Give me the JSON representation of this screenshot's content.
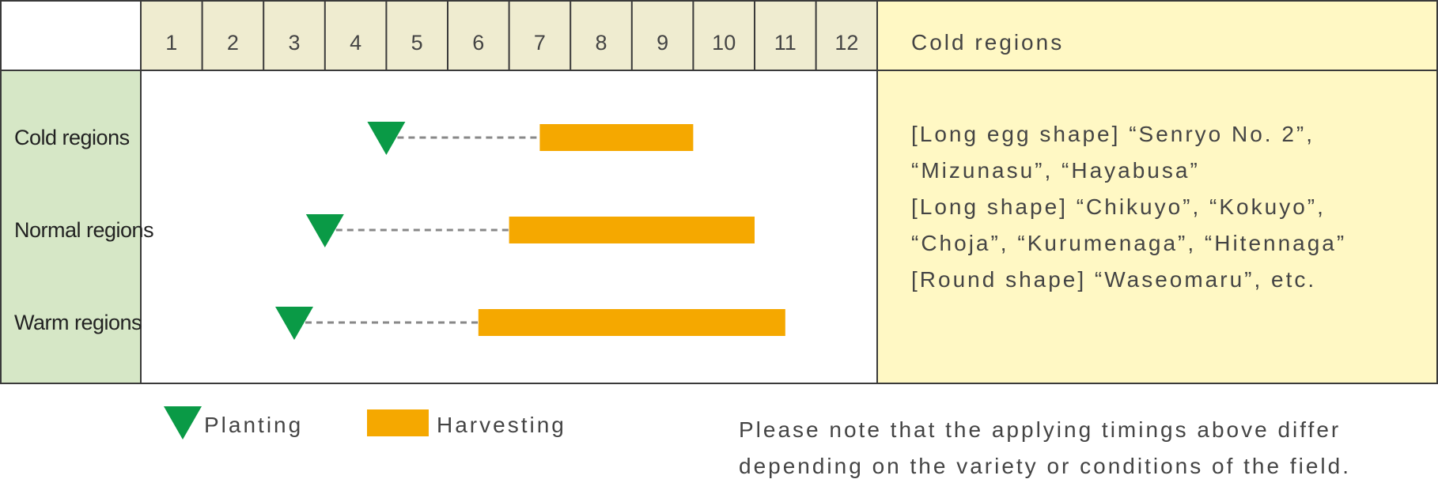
{
  "chart_data": {
    "type": "gantt",
    "months": [
      "1",
      "2",
      "3",
      "4",
      "5",
      "6",
      "7",
      "8",
      "9",
      "10",
      "11",
      "12"
    ],
    "rows": [
      {
        "label": "Cold regions",
        "planting_month": 5.0,
        "harvest_start_month": 7.5,
        "harvest_end_month": 10.0
      },
      {
        "label": "Normal regions",
        "planting_month": 4.0,
        "harvest_start_month": 7.0,
        "harvest_end_month": 11.0
      },
      {
        "label": "Warm regions",
        "planting_month": 3.5,
        "harvest_start_month": 6.5,
        "harvest_end_month": 11.5
      }
    ],
    "legend": {
      "planting": "Planting",
      "harvesting": "Harvesting"
    },
    "colors": {
      "planting": "#0a9a46",
      "harvesting": "#f5a800",
      "dashes": "#888888",
      "header_bg": "#efecd0",
      "label_col_bg": "#d6e7c6",
      "panel_bg": "#fff8c4",
      "grid": "#3a3a3a"
    }
  },
  "panel": {
    "title": "Cold regions",
    "lines": [
      "[Long egg shape] “Senryo No. 2”,",
      "“Mizunasu”, “Hayabusa”",
      "[Long shape] “Chikuyo”, “Kokuyo”,",
      "“Choja”, “Kurumenaga”, “Hitennaga”",
      "[Round shape] “Waseomaru”, etc."
    ]
  },
  "note": {
    "lines": [
      "Please note that the applying timings above differ",
      "depending on the variety or conditions of the field."
    ]
  }
}
